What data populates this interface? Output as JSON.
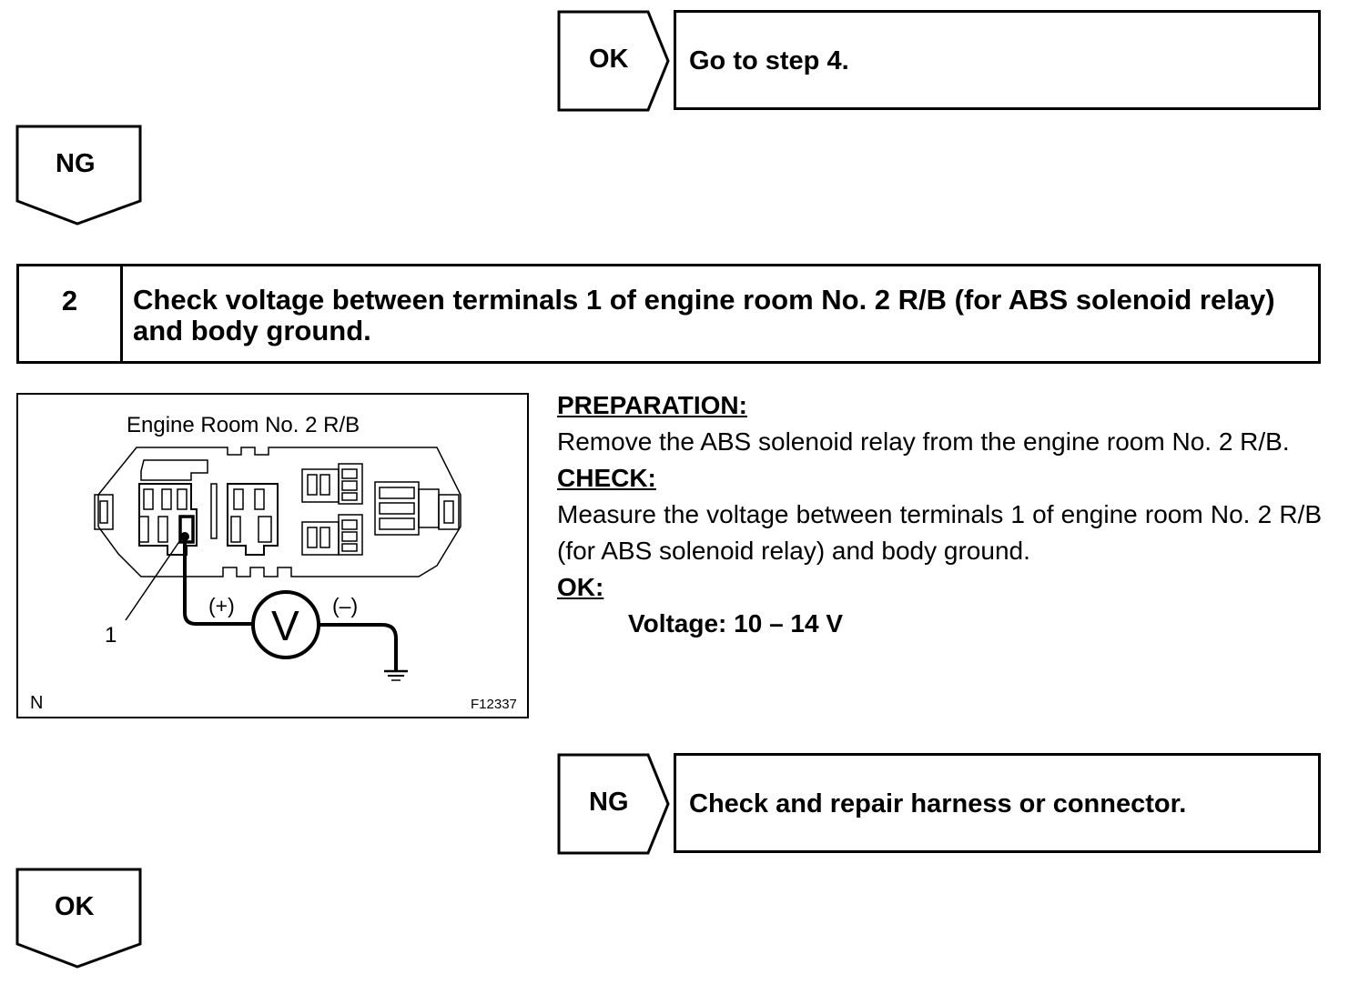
{
  "flow_top": {
    "tag_label": "OK",
    "result_text": "Go to step 4."
  },
  "flow_down_1": {
    "tag_label": "NG"
  },
  "step": {
    "number": "2",
    "title": "Check voltage between terminals 1 of engine room No. 2 R/B (for ABS solenoid relay) and body ground."
  },
  "figure": {
    "title": "Engine Room No. 2 R/B",
    "terminal_label": "1",
    "positive_label": "(+)",
    "negative_label": "(–)",
    "meter_label": "V",
    "corner_left": "N",
    "figure_code": "F12337"
  },
  "instructions": {
    "preparation_heading": "PREPARATION:",
    "preparation_text": "Remove the ABS solenoid relay from the engine room No. 2 R/B.",
    "check_heading": "CHECK:",
    "check_text": "Measure the voltage between terminals 1 of engine room No. 2 R/B (for ABS solenoid relay) and body ground.",
    "ok_heading": "OK:",
    "ok_value": "Voltage: 10 – 14 V"
  },
  "flow_mid": {
    "tag_label": "NG",
    "result_text": "Check and repair harness or connector."
  },
  "flow_down_2": {
    "tag_label": "OK"
  }
}
